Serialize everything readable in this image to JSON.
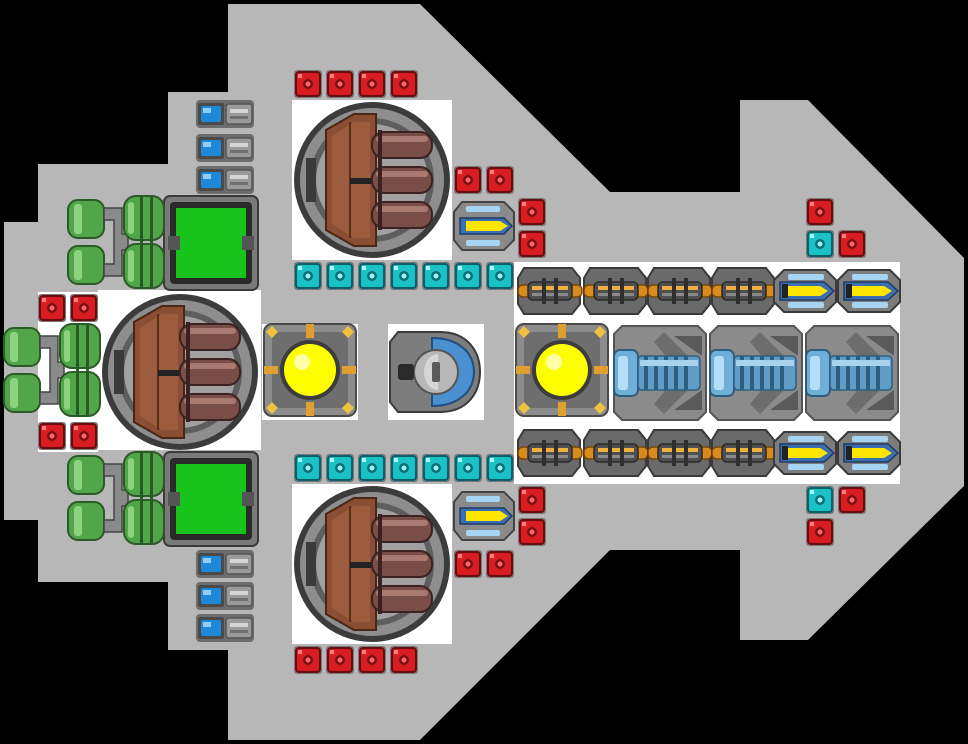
{
  "scene": {
    "description_free": true,
    "colors": {
      "background": "#000000",
      "hull": "#b7b7b7",
      "deck": "#ffffff",
      "ammo_red": "#d81d22",
      "ammo_cyan": "#19c0c7",
      "reactor_yellow": "#ffff00",
      "screen_green": "#18c31c",
      "thruster_green": "#52a64a",
      "turret_brown": "#8a4e34",
      "coolant_blue": "#6fb0d9"
    },
    "modules": {
      "turrets": 3,
      "reactors": 2,
      "control_screens": 2,
      "fuel_tanks": 3,
      "cannons": 8,
      "missile_launchers": 6,
      "ion_engines": 3,
      "cockpit": 1
    }
  }
}
